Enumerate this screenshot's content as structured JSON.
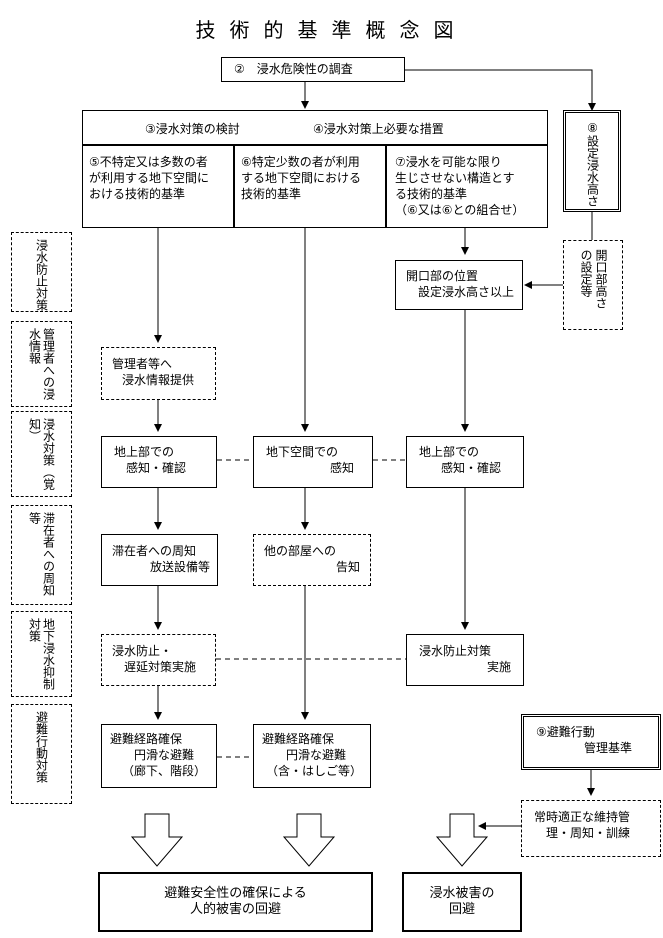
{
  "title": "技術的基準概念図",
  "boxes": {
    "b2": "②　浸水危険性の調査",
    "b3": "③浸水対策の検討",
    "b4": "④浸水対策上必要な措置",
    "b8": "⑧設定浸水高さ",
    "b5": [
      "⑤不特定又は多数の者",
      "が利用する地下空間に",
      "おける技術的基準"
    ],
    "b6": [
      "⑥特定少数の者が利用",
      "する地下空間における",
      "技術的基準"
    ],
    "b7": [
      "⑦浸水を可能な限り",
      "生じさせない構造とす",
      "る技術的基準",
      "（⑥又は⑥との組合せ）"
    ],
    "b8b": [
      "開口部高さ",
      "の設定等"
    ],
    "open_pos": [
      "開口部の位置",
      "設定浸水高さ以上"
    ],
    "mgr": [
      "管理者等へ",
      "浸水情報提供"
    ],
    "det1": [
      "地上部での",
      "感知・確認"
    ],
    "det2": [
      "地下空間での",
      "感知"
    ],
    "det3": [
      "地上部での",
      "感知・確認"
    ],
    "notice": [
      "滞在者への周知",
      "放送設備等"
    ],
    "other": [
      "他の部屋への",
      "告知"
    ],
    "prev1": [
      "浸水防止・",
      "遅延対策実施"
    ],
    "prev2": [
      "浸水防止対策",
      "実施"
    ],
    "evac1": [
      "避難経路確保",
      "円滑な避難",
      "（廊下、階段）"
    ],
    "evac2": [
      "避難経路確保",
      "円滑な避難",
      "（含・はしご等）"
    ],
    "b9": [
      "⑨避難行動",
      "管理基準"
    ],
    "maint": [
      "常時適正な維持管",
      "理・周知・訓練"
    ],
    "res1": [
      "避難安全性の確保による",
      "人的被害の回避"
    ],
    "res2": [
      "浸水被害の",
      "回避"
    ]
  },
  "side_labels": [
    "浸水防止対策",
    "管理者への浸水情報",
    "浸水対策（覚知）",
    "滞在者への周知等",
    "地下浸水抑制対策",
    "避難行動対策"
  ]
}
